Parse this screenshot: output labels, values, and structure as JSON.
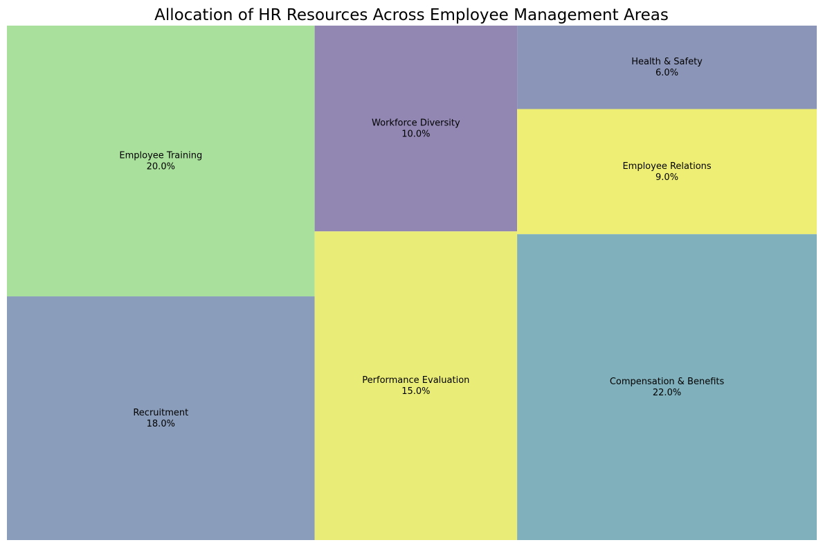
{
  "chart_data": {
    "type": "treemap",
    "title": "Allocation of HR Resources Across Employee Management Areas",
    "items": [
      {
        "label": "Recruitment",
        "value": 18,
        "display": "18.0%",
        "color": "#8a9dba"
      },
      {
        "label": "Employee Training",
        "value": 20,
        "display": "20.0%",
        "color": "#a9e09c"
      },
      {
        "label": "Performance Evaluation",
        "value": 15,
        "display": "15.0%",
        "color": "#e9ec76"
      },
      {
        "label": "Workforce Diversity",
        "value": 10,
        "display": "10.0%",
        "color": "#9187b2"
      },
      {
        "label": "Compensation & Benefits",
        "value": 22,
        "display": "22.0%",
        "color": "#7fb0bb"
      },
      {
        "label": "Employee Relations",
        "value": 9,
        "display": "9.0%",
        "color": "#eeee74"
      },
      {
        "label": "Health & Safety",
        "value": 6,
        "display": "6.0%",
        "color": "#8b95b7"
      }
    ]
  }
}
